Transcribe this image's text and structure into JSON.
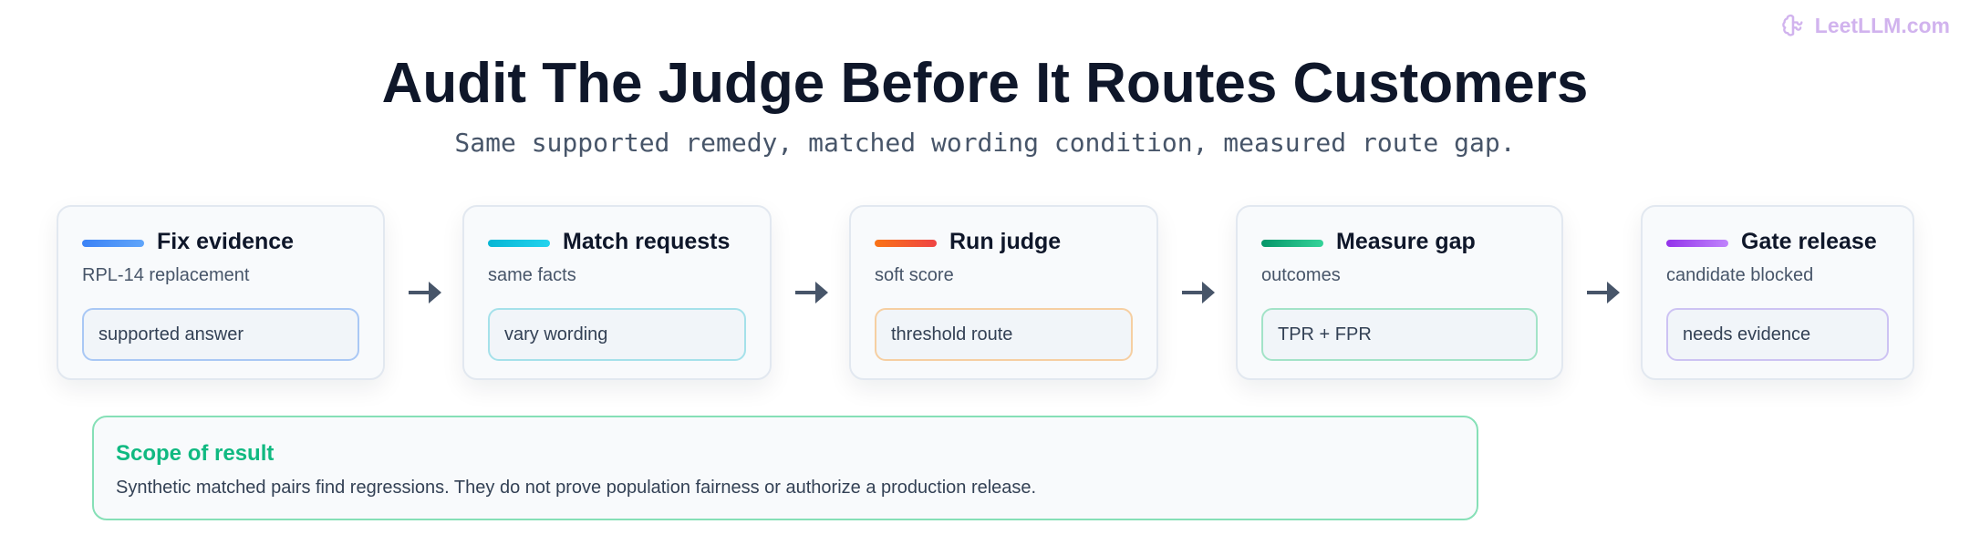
{
  "brand": {
    "name": "LeetLLM.com",
    "icon": "brain-icon",
    "color": "#d1b3ee"
  },
  "header": {
    "title": "Audit The Judge Before It Routes Customers",
    "subtitle": "Same supported remedy, matched wording condition, measured route gap."
  },
  "steps": [
    {
      "title": "Fix evidence",
      "subtitle": "RPL-14 replacement",
      "tag": "supported answer",
      "color": "#3b82f6"
    },
    {
      "title": "Match requests",
      "subtitle": "same facts",
      "tag": "vary wording",
      "color": "#06b6d4"
    },
    {
      "title": "Run judge",
      "subtitle": "soft score",
      "tag": "threshold route",
      "color": "#f97316"
    },
    {
      "title": "Measure gap",
      "subtitle": "outcomes",
      "tag": "TPR + FPR",
      "color": "#10b981"
    },
    {
      "title": "Gate release",
      "subtitle": "candidate blocked",
      "tag": "needs evidence",
      "color": "#9333ea"
    }
  ],
  "scope": {
    "title": "Scope of result",
    "text": "Synthetic matched pairs find regressions. They do not prove population fairness or authorize a production release."
  }
}
